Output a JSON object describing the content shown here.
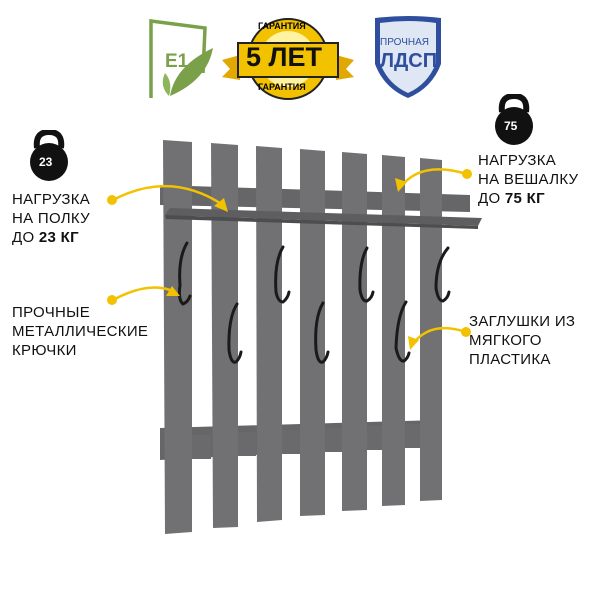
{
  "badges": {
    "e1": "E1",
    "warranty_main": "5 ЛЕТ",
    "warranty_ring": "ГАРАНТИЯ",
    "ldsp_top": "ПРОЧНАЯ",
    "ldsp_main": "ЛДСП"
  },
  "shelf_load": {
    "weight": "23",
    "line1": "НАГРУЗКА",
    "line2": "НА ПОЛКУ",
    "line3_prefix": "ДО ",
    "line3_value": "23 КГ"
  },
  "hanger_load": {
    "weight": "75",
    "line1": "НАГРУЗКА",
    "line2": "НА ВЕШАЛКУ",
    "line3_prefix": "ДО ",
    "line3_value": "75 КГ"
  },
  "hooks_label": {
    "line1": "ПРОЧНЫЕ",
    "line2": "МЕТАЛЛИЧЕСКИЕ",
    "line3": "КРЮЧКИ"
  },
  "caps_label": {
    "line1": "ЗАГЛУШКИ ИЗ",
    "line2": "МЯГКОГО",
    "line3": "ПЛАСТИКА"
  },
  "colors": {
    "accent": "#f2c200",
    "wood": "#6f6f71",
    "hook": "#1a1a1a",
    "eco": "#7aa14a",
    "shield": "#2f4f9e"
  }
}
